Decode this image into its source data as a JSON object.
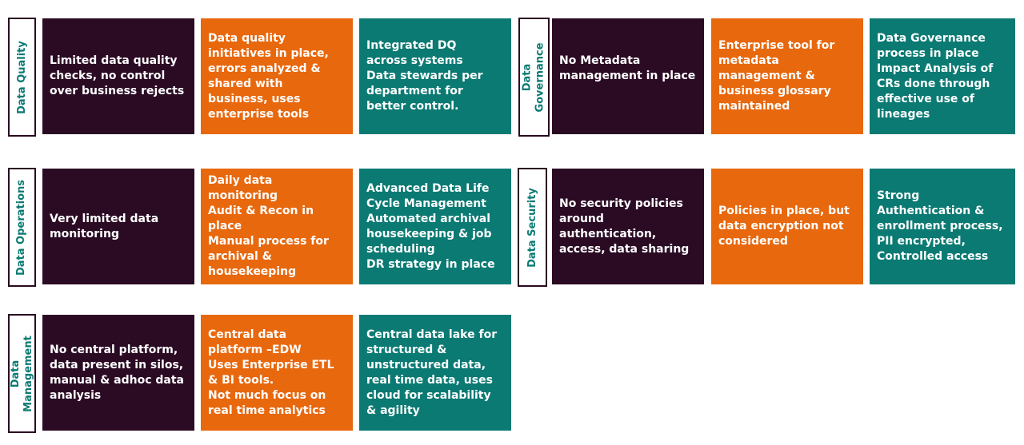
{
  "colors": {
    "level_1": "#2b0b24",
    "level_2": "#e8680e",
    "level_3": "#0b7a73",
    "label_text": "#0b7a73",
    "label_border": "#2a0a22"
  },
  "sections": {
    "data_quality": {
      "label": "Data Quality",
      "level_1": "Limited data quality checks, no control over business rejects",
      "level_2": "Data quality initiatives in place, errors analyzed & shared with business, uses enterprise tools",
      "level_3": "Integrated DQ\nacross systems\nData stewards per department for better control."
    },
    "data_governance": {
      "label": "Data\nGovernance",
      "level_1": "No Metadata\nmanagement in place",
      "level_2": "Enterprise tool for metadata management & business glossary maintained",
      "level_3": "Data Governance process in place\nImpact Analysis of CRs done through effective use of lineages"
    },
    "data_operations": {
      "label": "Data Operations",
      "level_1": "Very limited data monitoring",
      "level_2": "Daily data\nmonitoring\nAudit & Recon in place\nManual process for archival & housekeeping",
      "level_3": "Advanced Data Life Cycle Management\nAutomated archival housekeeping & job scheduling\nDR strategy in place"
    },
    "data_security": {
      "label": "Data Security",
      "level_1": "No security policies around\nauthentication, access, data sharing",
      "level_2": "Policies in place, but data encryption not considered",
      "level_3": "Strong\nAuthentication & enrollment process,\nPII encrypted,\nControlled access"
    },
    "data_management": {
      "label": "Data\nManagement",
      "level_1": "No central platform, data present in silos, manual & adhoc data analysis",
      "level_2": "Central data\nplatform –EDW\nUses Enterprise ETL & BI tools.\nNot much focus on real time analytics",
      "level_3": "Central data lake for structured &\nunstructured data, real time data, uses cloud for scalability & agility"
    }
  }
}
